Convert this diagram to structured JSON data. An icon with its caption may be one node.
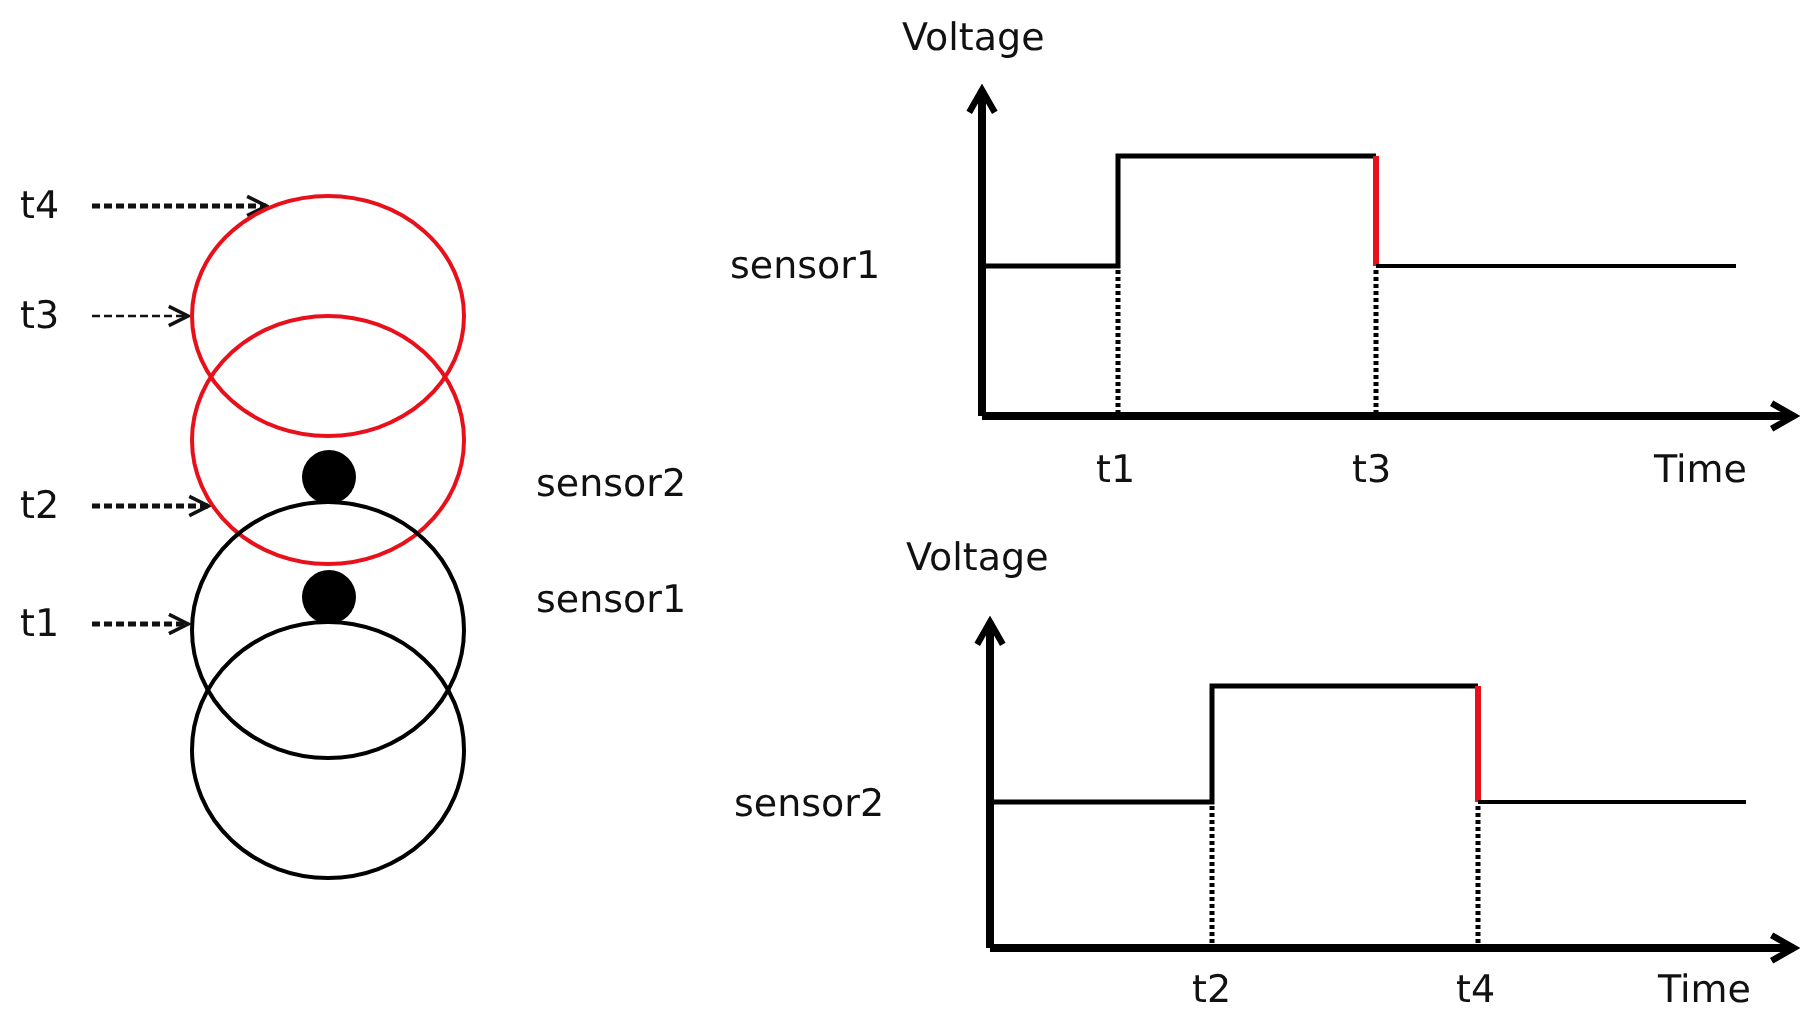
{
  "diagram": {
    "nodes": [
      {
        "text": [
          "t4"
        ]
      },
      {
        "text": [
          "t3"
        ]
      },
      {
        "text": [
          "t2"
        ]
      },
      {
        "text": [
          "t1"
        ]
      },
      {
        "text": [],
        "shape": "circle"
      },
      {
        "text": [],
        "shape": "circle"
      },
      {
        "text": [],
        "shape": "circle"
      },
      {
        "text": [],
        "shape": "circle"
      },
      {
        "text": [],
        "shape": "circle",
        "in": 5
      },
      {
        "text": [],
        "shape": "circle",
        "in": 6
      }
    ],
    "edges": [
      {
        "from": 0,
        "to": 4,
        "arrow": "to",
        "style": "dashed"
      },
      {
        "from": 1,
        "to": 4,
        "arrow": "to",
        "style": "dashed"
      },
      {
        "from": 2,
        "to": 5,
        "arrow": "to",
        "style": "dashed"
      },
      {
        "from": 3,
        "to": 6,
        "arrow": "to",
        "style": "dashed"
      }
    ],
    "labels": [
      "Voltage",
      "sensor1",
      "sensor2",
      "sensor1",
      "t1",
      "t3",
      "Time",
      "Voltage",
      "sensor2",
      "t2",
      "t4",
      "Time"
    ]
  }
}
